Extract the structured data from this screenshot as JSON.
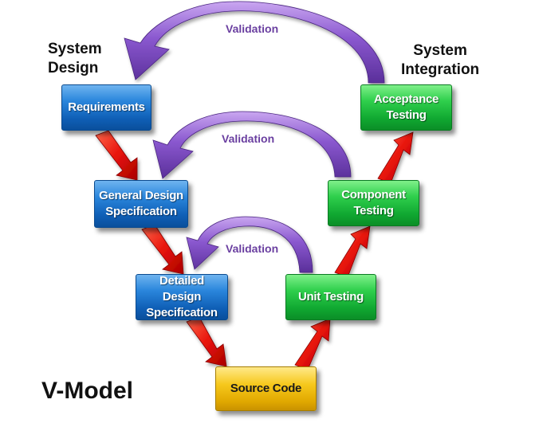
{
  "title": "V-Model",
  "phases": {
    "left": "System\nDesign",
    "right": "System\nIntegration"
  },
  "validation": {
    "top": "Validation",
    "middle": "Validation",
    "bottom": "Validation"
  },
  "boxes": {
    "requirements": "Requirements",
    "general_design": "General Design\nSpecification",
    "detailed_design": "Detailed Design\nSpecification",
    "source_code": "Source Code",
    "unit_testing": "Unit Testing",
    "component_testing": "Component\nTesting",
    "acceptance_testing": "Acceptance\nTesting"
  },
  "colors": {
    "design_boxes": "#1a73cc",
    "test_boxes": "#1bb83b",
    "code_box": "#f2c014",
    "flow_arrows": "#e8140c",
    "validation_arrows": "#7a4cc0"
  }
}
